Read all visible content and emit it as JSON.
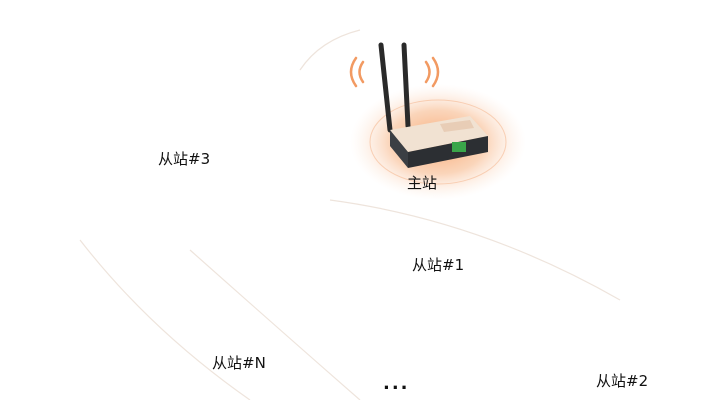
{
  "labels": {
    "master": "主站",
    "slave3": "从站#3",
    "slave1": "从站#1",
    "slaveN": "从站#N",
    "slave2": "从站#2",
    "ellipsis": "..."
  },
  "colors": {
    "halo": "#f7b488",
    "router_body": "#2c2f33",
    "router_top": "#f1e2d2",
    "terminal_green": "#3aa64a",
    "plc_body": "#f3f3f1",
    "plc_window": "#1d1d1d",
    "hmi_frame": "#2b2b2b",
    "hmi_screen": "#f4f6f8",
    "hmi_bar": "#5aaee3",
    "wifi_arc": "#9a9a9a",
    "range_curve": "#eadfd7",
    "cable": "#151515"
  },
  "icons": {
    "antenna": "antenna-icon",
    "wifi": "wifi-waves-icon",
    "router": "wireless-router-icon",
    "plc": "plc-module-icon",
    "hmi": "hmi-touchscreen-icon"
  }
}
